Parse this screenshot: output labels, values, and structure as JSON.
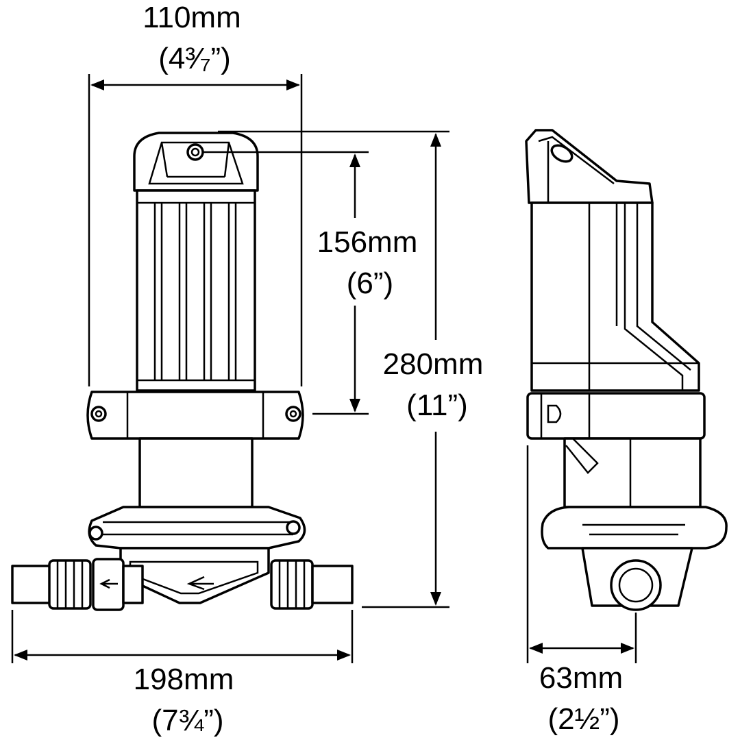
{
  "dimensions": {
    "top_width": {
      "metric": "110mm",
      "imperial": "(4³⁄₇”)"
    },
    "motor_height": {
      "metric": "156mm",
      "imperial": "(6”)"
    },
    "total_height": {
      "metric": "280mm",
      "imperial": "(11”)"
    },
    "total_length": {
      "metric": "198mm",
      "imperial": "(7¾”)"
    },
    "side_width": {
      "metric": "63mm",
      "imperial": "(2½”)"
    }
  },
  "colors": {
    "line": "#000000",
    "background": "#ffffff"
  }
}
